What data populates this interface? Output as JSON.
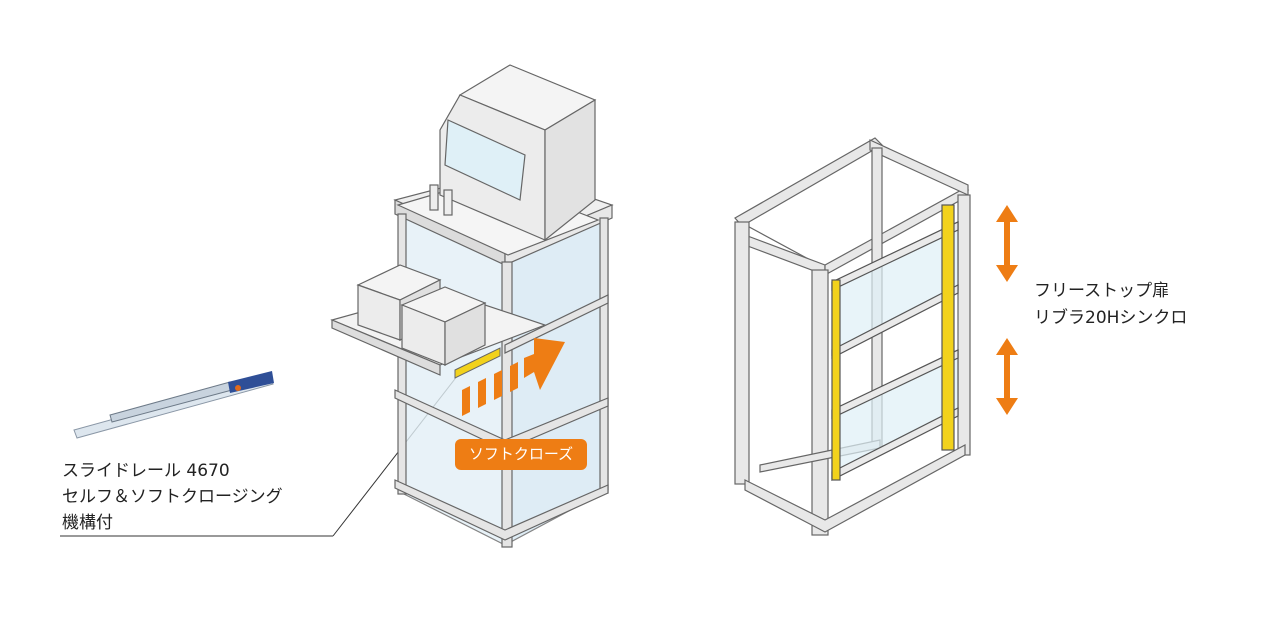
{
  "slide_rail": {
    "line1": "スライドレール 4670",
    "line2": "セルフ＆ソフトクロージング",
    "line3": "機構付"
  },
  "soft_close_badge": "ソフトクローズ",
  "free_stop_door": {
    "line1": "フリーストップ扉",
    "line2": "リブラ20Hシンクロ"
  },
  "colors": {
    "accent_orange": "#ee7d14",
    "frame_yellow": "#f2d21c",
    "glass_blue": "#e3f0f7",
    "frame_gray": "#e8e8e8"
  }
}
